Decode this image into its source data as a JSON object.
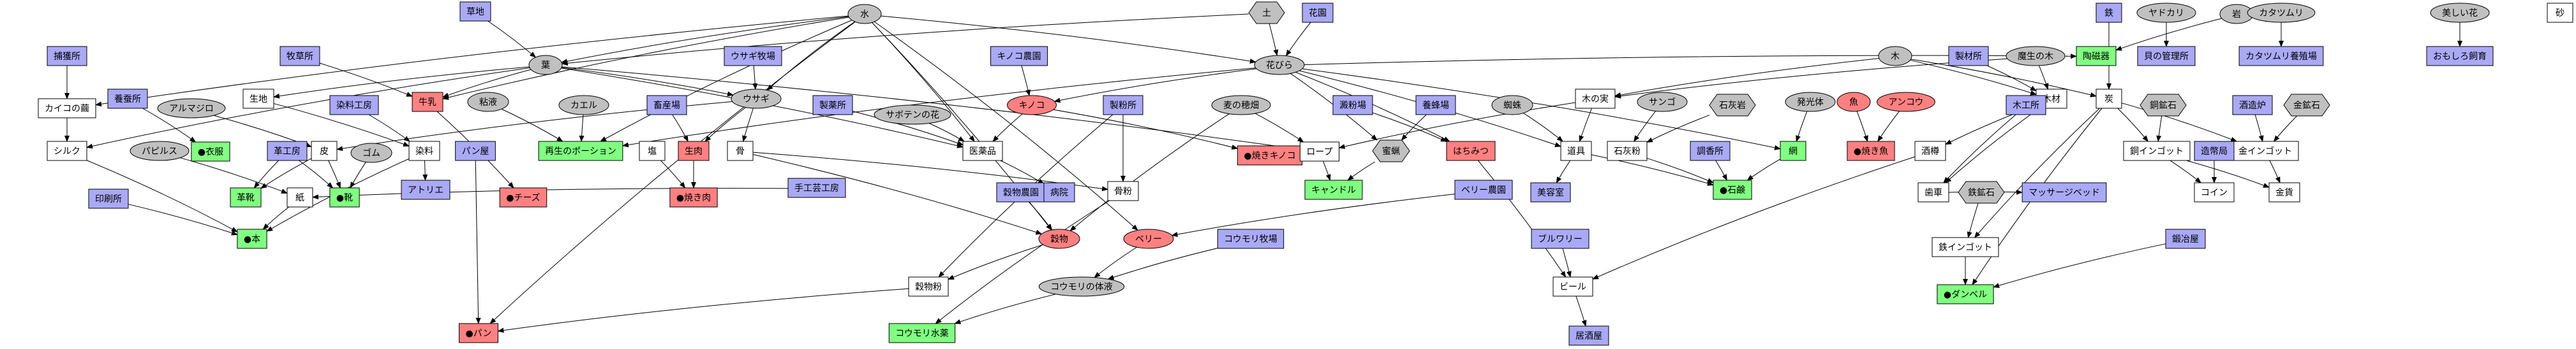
{
  "colors": {
    "plain": "#ffffff",
    "resource": "#c0c0c0",
    "building": "#a9a9f5",
    "product": "#ff8080",
    "goal": "#80ff80",
    "border": "#000000"
  },
  "nodes": {
    "kusachi": {
      "label": "草地",
      "kind": "building",
      "shape": "box"
    },
    "mizu": {
      "label": "水",
      "kind": "resource",
      "shape": "ellipse"
    },
    "tsuchi": {
      "label": "土",
      "kind": "resource",
      "shape": "hex"
    },
    "kaen": {
      "label": "花園",
      "kind": "building",
      "shape": "box"
    },
    "iwa": {
      "label": "岩",
      "kind": "resource",
      "shape": "ellipse"
    },
    "tetsu": {
      "label": "鉄",
      "kind": "building",
      "shape": "box"
    },
    "yadokari": {
      "label": "ヤドカリ",
      "kind": "resource",
      "shape": "ellipse"
    },
    "katatsumuri": {
      "label": "カタツムリ",
      "kind": "resource",
      "shape": "ellipse"
    },
    "utsukushii_hana": {
      "label": "美しい花",
      "kind": "resource",
      "shape": "ellipse"
    },
    "suna": {
      "label": "砂",
      "kind": "plain",
      "shape": "box"
    },
    "kome": {
      "label": "葉",
      "kind": "resource",
      "shape": "ellipse"
    },
    "hanabira": {
      "label": "花びら",
      "kind": "resource",
      "shape": "ellipse"
    },
    "torii": {
      "label": "陶磁器",
      "kind": "goal",
      "shape": "box"
    },
    "hokyakujo": {
      "label": "捕獲所",
      "kind": "building",
      "shape": "box"
    },
    "bokusou": {
      "label": "牧草所",
      "kind": "building",
      "shape": "box"
    },
    "usagi": {
      "label": "ウサギ牧場",
      "kind": "building",
      "shape": "box"
    },
    "kinoko_noen": {
      "label": "キノコ農園",
      "kind": "building",
      "shape": "box"
    },
    "ki": {
      "label": "木",
      "kind": "resource",
      "shape": "ellipse"
    },
    "mokuzaisho": {
      "label": "製材所",
      "kind": "building",
      "shape": "box"
    },
    "mori_no_ki": {
      "label": "魔生の木",
      "kind": "resource",
      "shape": "ellipse"
    },
    "yadokari_ya": {
      "label": "貝の管理所",
      "kind": "building",
      "shape": "box"
    },
    "katatsumuri_ya": {
      "label": "カタツムリ養殖場",
      "kind": "building",
      "shape": "box"
    },
    "oshare": {
      "label": "おもしろ飼育",
      "kind": "building",
      "shape": "box"
    },
    "kaimen": {
      "label": "カイコの繭",
      "kind": "plain",
      "shape": "box"
    },
    "seishi": {
      "label": "生地",
      "kind": "plain",
      "shape": "box"
    },
    "gyunyu": {
      "label": "牛乳",
      "kind": "product",
      "shape": "box"
    },
    "nendo": {
      "label": "粘液",
      "kind": "resource",
      "shape": "ellipse"
    },
    "kusagi": {
      "label": "ウサギ",
      "kind": "resource",
      "shape": "ellipse"
    },
    "kinoko": {
      "label": "キノコ",
      "kind": "product",
      "shape": "ellipse"
    },
    "kinomi": {
      "label": "木の実",
      "kind": "plain",
      "shape": "box"
    },
    "mokuzai": {
      "label": "木材",
      "kind": "plain",
      "shape": "box"
    },
    "sen": {
      "label": "炭",
      "kind": "plain",
      "shape": "box"
    },
    "yosanjo": {
      "label": "養蚕所",
      "kind": "building",
      "shape": "box"
    },
    "arumajiro": {
      "label": "アルマジロ",
      "kind": "resource",
      "shape": "ellipse"
    },
    "senryo": {
      "label": "染料工房",
      "kind": "building",
      "shape": "box"
    },
    "kaeru": {
      "label": "カエル",
      "kind": "resource",
      "shape": "ellipse"
    },
    "chikuba": {
      "label": "畜産場",
      "kind": "building",
      "shape": "box"
    },
    "seiyakusho": {
      "label": "製薬所",
      "kind": "building",
      "shape": "box"
    },
    "sabotenhana": {
      "label": "サボテンの花",
      "kind": "resource",
      "shape": "ellipse"
    },
    "seisaisho": {
      "label": "製粉所",
      "kind": "building",
      "shape": "box"
    },
    "mugi_hatake": {
      "label": "麦の穂畑",
      "kind": "resource",
      "shape": "ellipse"
    },
    "zeigen": {
      "label": "澱粉場",
      "kind": "building",
      "shape": "box"
    },
    "yoho": {
      "label": "養蜂場",
      "kind": "building",
      "shape": "box"
    },
    "kumo": {
      "label": "蜘蛛",
      "kind": "resource",
      "shape": "ellipse"
    },
    "sango": {
      "label": "サンゴ",
      "kind": "resource",
      "shape": "ellipse"
    },
    "sekkojo": {
      "label": "石灰岩",
      "kind": "resource",
      "shape": "hex"
    },
    "hakkotai": {
      "label": "発光体",
      "kind": "resource",
      "shape": "ellipse"
    },
    "sakana": {
      "label": "魚",
      "kind": "product",
      "shape": "ellipse"
    },
    "ankou": {
      "label": "アンコウ",
      "kind": "product",
      "shape": "ellipse"
    },
    "mokkousho": {
      "label": "木工所",
      "kind": "building",
      "shape": "box"
    },
    "kinkoku": {
      "label": "銅鉱石",
      "kind": "resource",
      "shape": "hex"
    },
    "shuzo": {
      "label": "酒造炉",
      "kind": "building",
      "shape": "box"
    },
    "kinkouseki": {
      "label": "金鉱石",
      "kind": "resource",
      "shape": "hex"
    },
    "shiruku": {
      "label": "シルク",
      "kind": "plain",
      "shape": "box"
    },
    "hakucho": {
      "label": "●衣服",
      "kind": "goal",
      "shape": "box"
    },
    "kawa": {
      "label": "皮",
      "kind": "plain",
      "shape": "box"
    },
    "gomu": {
      "label": "ゴム",
      "kind": "resource",
      "shape": "ellipse"
    },
    "senryo_item": {
      "label": "染料",
      "kind": "plain",
      "shape": "box"
    },
    "pan_ya": {
      "label": "パン屋",
      "kind": "building",
      "shape": "box"
    },
    "kaifuku": {
      "label": "再生のポーション",
      "kind": "goal",
      "shape": "box"
    },
    "shio": {
      "label": "塩",
      "kind": "plain",
      "shape": "box"
    },
    "namaniku": {
      "label": "生肉",
      "kind": "product",
      "shape": "box"
    },
    "hone": {
      "label": "骨",
      "kind": "plain",
      "shape": "box"
    },
    "iyakuhin": {
      "label": "医薬品",
      "kind": "plain",
      "shape": "box"
    },
    "yaki_kinoko": {
      "label": "●焼きキノコ",
      "kind": "product",
      "shape": "box"
    },
    "rope": {
      "label": "ロープ",
      "kind": "plain",
      "shape": "box"
    },
    "mitsuro": {
      "label": "蜜蝋",
      "kind": "resource",
      "shape": "hex"
    },
    "hachimitsu": {
      "label": "はちみつ",
      "kind": "product",
      "shape": "box"
    },
    "dougu": {
      "label": "道具",
      "kind": "plain",
      "shape": "box"
    },
    "sekkai": {
      "label": "石灰粉",
      "kind": "plain",
      "shape": "box"
    },
    "ami": {
      "label": "網",
      "kind": "goal",
      "shape": "box"
    },
    "yaki_sakana": {
      "label": "●焼き魚",
      "kind": "product",
      "shape": "box"
    },
    "sake": {
      "label": "酒樽",
      "kind": "plain",
      "shape": "box"
    },
    "dou_ingot": {
      "label": "銅インゴット",
      "kind": "plain",
      "shape": "box"
    },
    "kin_ingot": {
      "label": "金インゴット",
      "kind": "plain",
      "shape": "box"
    },
    "pabirusu": {
      "label": "パピルス",
      "kind": "resource",
      "shape": "ellipse"
    },
    "kakouba": {
      "label": "革工房",
      "kind": "building",
      "shape": "box"
    },
    "inshoku": {
      "label": "印刷所",
      "kind": "building",
      "shape": "box"
    },
    "kami": {
      "label": "紙",
      "kind": "plain",
      "shape": "box"
    },
    "kawagutsu": {
      "label": "革靴",
      "kind": "goal",
      "shape": "box"
    },
    "kutsu": {
      "label": "●靴",
      "kind": "goal",
      "shape": "box"
    },
    "atorie": {
      "label": "アトリエ",
      "kind": "building",
      "shape": "box"
    },
    "chizu": {
      "label": "●チーズ",
      "kind": "product",
      "shape": "box"
    },
    "yakiniku": {
      "label": "●焼き肉",
      "kind": "product",
      "shape": "box"
    },
    "tekougei": {
      "label": "手工芸工房",
      "kind": "building",
      "shape": "box"
    },
    "kokufun_ya": {
      "label": "穀物農園",
      "kind": "building",
      "shape": "box"
    },
    "byoin": {
      "label": "病院",
      "kind": "building",
      "shape": "box"
    },
    "honekona": {
      "label": "骨粉",
      "kind": "plain",
      "shape": "box"
    },
    "kyandoru": {
      "label": "キャンドル",
      "kind": "goal",
      "shape": "box"
    },
    "beri_noen": {
      "label": "ベリー農園",
      "kind": "building",
      "shape": "box"
    },
    "biyoushitsu": {
      "label": "美容室",
      "kind": "building",
      "shape": "box"
    },
    "sekken": {
      "label": "●石鹸",
      "kind": "goal",
      "shape": "box"
    },
    "kousuisho": {
      "label": "調香所",
      "kind": "building",
      "shape": "box"
    },
    "haisha": {
      "label": "歯車",
      "kind": "plain",
      "shape": "box"
    },
    "tekkouseki": {
      "label": "鉄鉱石",
      "kind": "resource",
      "shape": "hex"
    },
    "massage": {
      "label": "マッサージベッド",
      "kind": "building",
      "shape": "box"
    },
    "koin": {
      "label": "コイン",
      "kind": "plain",
      "shape": "box"
    },
    "kinka": {
      "label": "金貨",
      "kind": "plain",
      "shape": "box"
    },
    "zoheikyoku": {
      "label": "造幣局",
      "kind": "building",
      "shape": "box"
    },
    "hon": {
      "label": "●本",
      "kind": "goal",
      "shape": "box"
    },
    "kokumotsu": {
      "label": "穀物",
      "kind": "product",
      "shape": "ellipse"
    },
    "beri": {
      "label": "ベリー",
      "kind": "product",
      "shape": "ellipse"
    },
    "koumori": {
      "label": "コウモリ牧場",
      "kind": "building",
      "shape": "box"
    },
    "tetsu_ingot": {
      "label": "鉄インゴット",
      "kind": "plain",
      "shape": "box"
    },
    "buruwari": {
      "label": "ブルワリー",
      "kind": "building",
      "shape": "box"
    },
    "kajiya": {
      "label": "鍛冶屋",
      "kind": "building",
      "shape": "box"
    },
    "kokufun": {
      "label": "穀物粉",
      "kind": "plain",
      "shape": "box"
    },
    "koumori_tai": {
      "label": "コウモリの体液",
      "kind": "resource",
      "shape": "ellipse"
    },
    "biru": {
      "label": "ビール",
      "kind": "plain",
      "shape": "box"
    },
    "danberu": {
      "label": "●ダンベル",
      "kind": "goal",
      "shape": "box"
    },
    "pan": {
      "label": "●パン",
      "kind": "product",
      "shape": "box"
    },
    "koumori_mizu": {
      "label": "コウモリ水薬",
      "kind": "goal",
      "shape": "box"
    },
    "izakaya": {
      "label": "居酒屋",
      "kind": "building",
      "shape": "box"
    }
  },
  "edges": [
    [
      "mizu",
      "kome"
    ],
    [
      "mizu",
      "hanabira"
    ],
    [
      "mizu",
      "kaimen"
    ],
    [
      "mizu",
      "kusagi"
    ],
    [
      "mizu",
      "pan"
    ],
    [
      "mizu",
      "beri"
    ],
    [
      "mizu",
      "kokumotsu"
    ],
    [
      "mizu",
      "iyakuhin"
    ],
    [
      "mizu",
      "kaifuku"
    ],
    [
      "mizu",
      "gyunyu"
    ],
    [
      "kusachi",
      "kome"
    ],
    [
      "tsuchi",
      "hanabira"
    ],
    [
      "tsuchi",
      "kome"
    ],
    [
      "kaen",
      "hanabira"
    ],
    [
      "iwa",
      "torii"
    ],
    [
      "tetsu",
      "sen"
    ],
    [
      "yadokari",
      "yadokari_ya"
    ],
    [
      "katatsumuri",
      "katatsumuri_ya"
    ],
    [
      "utsukushii_hana",
      "oshare"
    ],
    [
      "kome",
      "gyunyu"
    ],
    [
      "kome",
      "kusagi"
    ],
    [
      "kome",
      "seishi"
    ],
    [
      "kome",
      "shiruku"
    ],
    [
      "kome",
      "rope"
    ],
    [
      "kome",
      "iyakuhin"
    ],
    [
      "hanabira",
      "kaifuku"
    ],
    [
      "hanabira",
      "kinoko"
    ],
    [
      "hanabira",
      "mitsuro"
    ],
    [
      "hanabira",
      "hachimitsu"
    ],
    [
      "hanabira",
      "ami"
    ],
    [
      "hanabira",
      "torii"
    ],
    [
      "hanabira",
      "dougu"
    ],
    [
      "hokyakujo",
      "kaimen"
    ],
    [
      "bokusou",
      "gyunyu"
    ],
    [
      "usagi",
      "kusagi"
    ],
    [
      "kinoko_noen",
      "kinoko"
    ],
    [
      "ki",
      "kinomi"
    ],
    [
      "ki",
      "mokuzai"
    ],
    [
      "ki",
      "sen"
    ],
    [
      "mokuzaisho",
      "mokuzai"
    ],
    [
      "mori_no_ki",
      "mokuzai"
    ],
    [
      "mori_no_ki",
      "kinomi"
    ],
    [
      "kaimen",
      "shiruku"
    ],
    [
      "seishi",
      "senryo_item"
    ],
    [
      "gyunyu",
      "chizu"
    ],
    [
      "nendo",
      "kaifuku"
    ],
    [
      "kusagi",
      "kawa"
    ],
    [
      "kusagi",
      "namaniku"
    ],
    [
      "kusagi",
      "hone"
    ],
    [
      "kinoko",
      "iyakuhin"
    ],
    [
      "kinoko",
      "yaki_kinoko"
    ],
    [
      "kinomi",
      "rope"
    ],
    [
      "kinomi",
      "dougu"
    ],
    [
      "mokuzai",
      "haisha"
    ],
    [
      "mokuzai",
      "sake"
    ],
    [
      "sen",
      "dou_ingot"
    ],
    [
      "sen",
      "kin_ingot"
    ],
    [
      "sen",
      "tetsu_ingot"
    ],
    [
      "yosanjo",
      "hakucho"
    ],
    [
      "arumajiro",
      "kawa"
    ],
    [
      "senryo",
      "senryo_item"
    ],
    [
      "kaeru",
      "kaifuku"
    ],
    [
      "chikuba",
      "namaniku"
    ],
    [
      "seiyakusho",
      "iyakuhin"
    ],
    [
      "sabotenhana",
      "iyakuhin"
    ],
    [
      "seisaisho",
      "honekona"
    ],
    [
      "seisaisho",
      "kokufun"
    ],
    [
      "mugi_hatake",
      "rope"
    ],
    [
      "mugi_hatake",
      "kokumotsu"
    ],
    [
      "zeigen",
      "hachimitsu"
    ],
    [
      "yoho",
      "mitsuro"
    ],
    [
      "kumo",
      "dougu"
    ],
    [
      "sango",
      "sekkai"
    ],
    [
      "sekkojo",
      "sekkai"
    ],
    [
      "hakkotai",
      "ami"
    ],
    [
      "sakana",
      "yaki_sakana"
    ],
    [
      "ankou",
      "yaki_sakana"
    ],
    [
      "mokkousho",
      "haisha"
    ],
    [
      "kinkoku",
      "dou_ingot"
    ],
    [
      "shuzo",
      "kin_ingot"
    ],
    [
      "kinkouseki",
      "kin_ingot"
    ],
    [
      "shiruku",
      "hon"
    ],
    [
      "pabirusu",
      "kami"
    ],
    [
      "kakouba",
      "kawagutsu"
    ],
    [
      "kakouba",
      "kutsu"
    ],
    [
      "inshoku",
      "hon"
    ],
    [
      "kawa",
      "kawagutsu"
    ],
    [
      "kawa",
      "kutsu"
    ],
    [
      "gomu",
      "kutsu"
    ],
    [
      "kami",
      "hon"
    ],
    [
      "senryo_item",
      "atorie"
    ],
    [
      "senryo_item",
      "hon"
    ],
    [
      "pan_ya",
      "pan"
    ],
    [
      "shio",
      "yakiniku"
    ],
    [
      "namaniku",
      "yakiniku"
    ],
    [
      "hone",
      "honekona"
    ],
    [
      "tekougei",
      "kami"
    ],
    [
      "iyakuhin",
      "byoin"
    ],
    [
      "kokufun_ya",
      "kokumotsu"
    ],
    [
      "rope",
      "kyandoru"
    ],
    [
      "mitsuro",
      "kyandoru"
    ],
    [
      "hachimitsu",
      "biru"
    ],
    [
      "dougu",
      "sekken"
    ],
    [
      "sekkai",
      "sekken"
    ],
    [
      "ami",
      "sekken"
    ],
    [
      "beri_noen",
      "beri"
    ],
    [
      "kousuisho",
      "sekken"
    ],
    [
      "dougu",
      "biyoushitsu"
    ],
    [
      "dou_ingot",
      "koin"
    ],
    [
      "dou_ingot",
      "kinka"
    ],
    [
      "kin_ingot",
      "kinka"
    ],
    [
      "zoheikyoku",
      "koin"
    ],
    [
      "tekkouseki",
      "tetsu_ingot"
    ],
    [
      "haisha",
      "massage"
    ],
    [
      "sake",
      "biru"
    ],
    [
      "kokumotsu",
      "kokufun"
    ],
    [
      "beri",
      "koumori_tai"
    ],
    [
      "koumori",
      "koumori_tai"
    ],
    [
      "tetsu_ingot",
      "danberu"
    ],
    [
      "kajiya",
      "danberu"
    ],
    [
      "buruwari",
      "biru"
    ],
    [
      "kokufun",
      "pan"
    ],
    [
      "koumori_tai",
      "koumori_mizu"
    ],
    [
      "biru",
      "izakaya"
    ],
    [
      "honekona",
      "koumori_mizu"
    ],
    [
      "hone",
      "kokumotsu"
    ],
    [
      "sen",
      "danberu"
    ]
  ]
}
